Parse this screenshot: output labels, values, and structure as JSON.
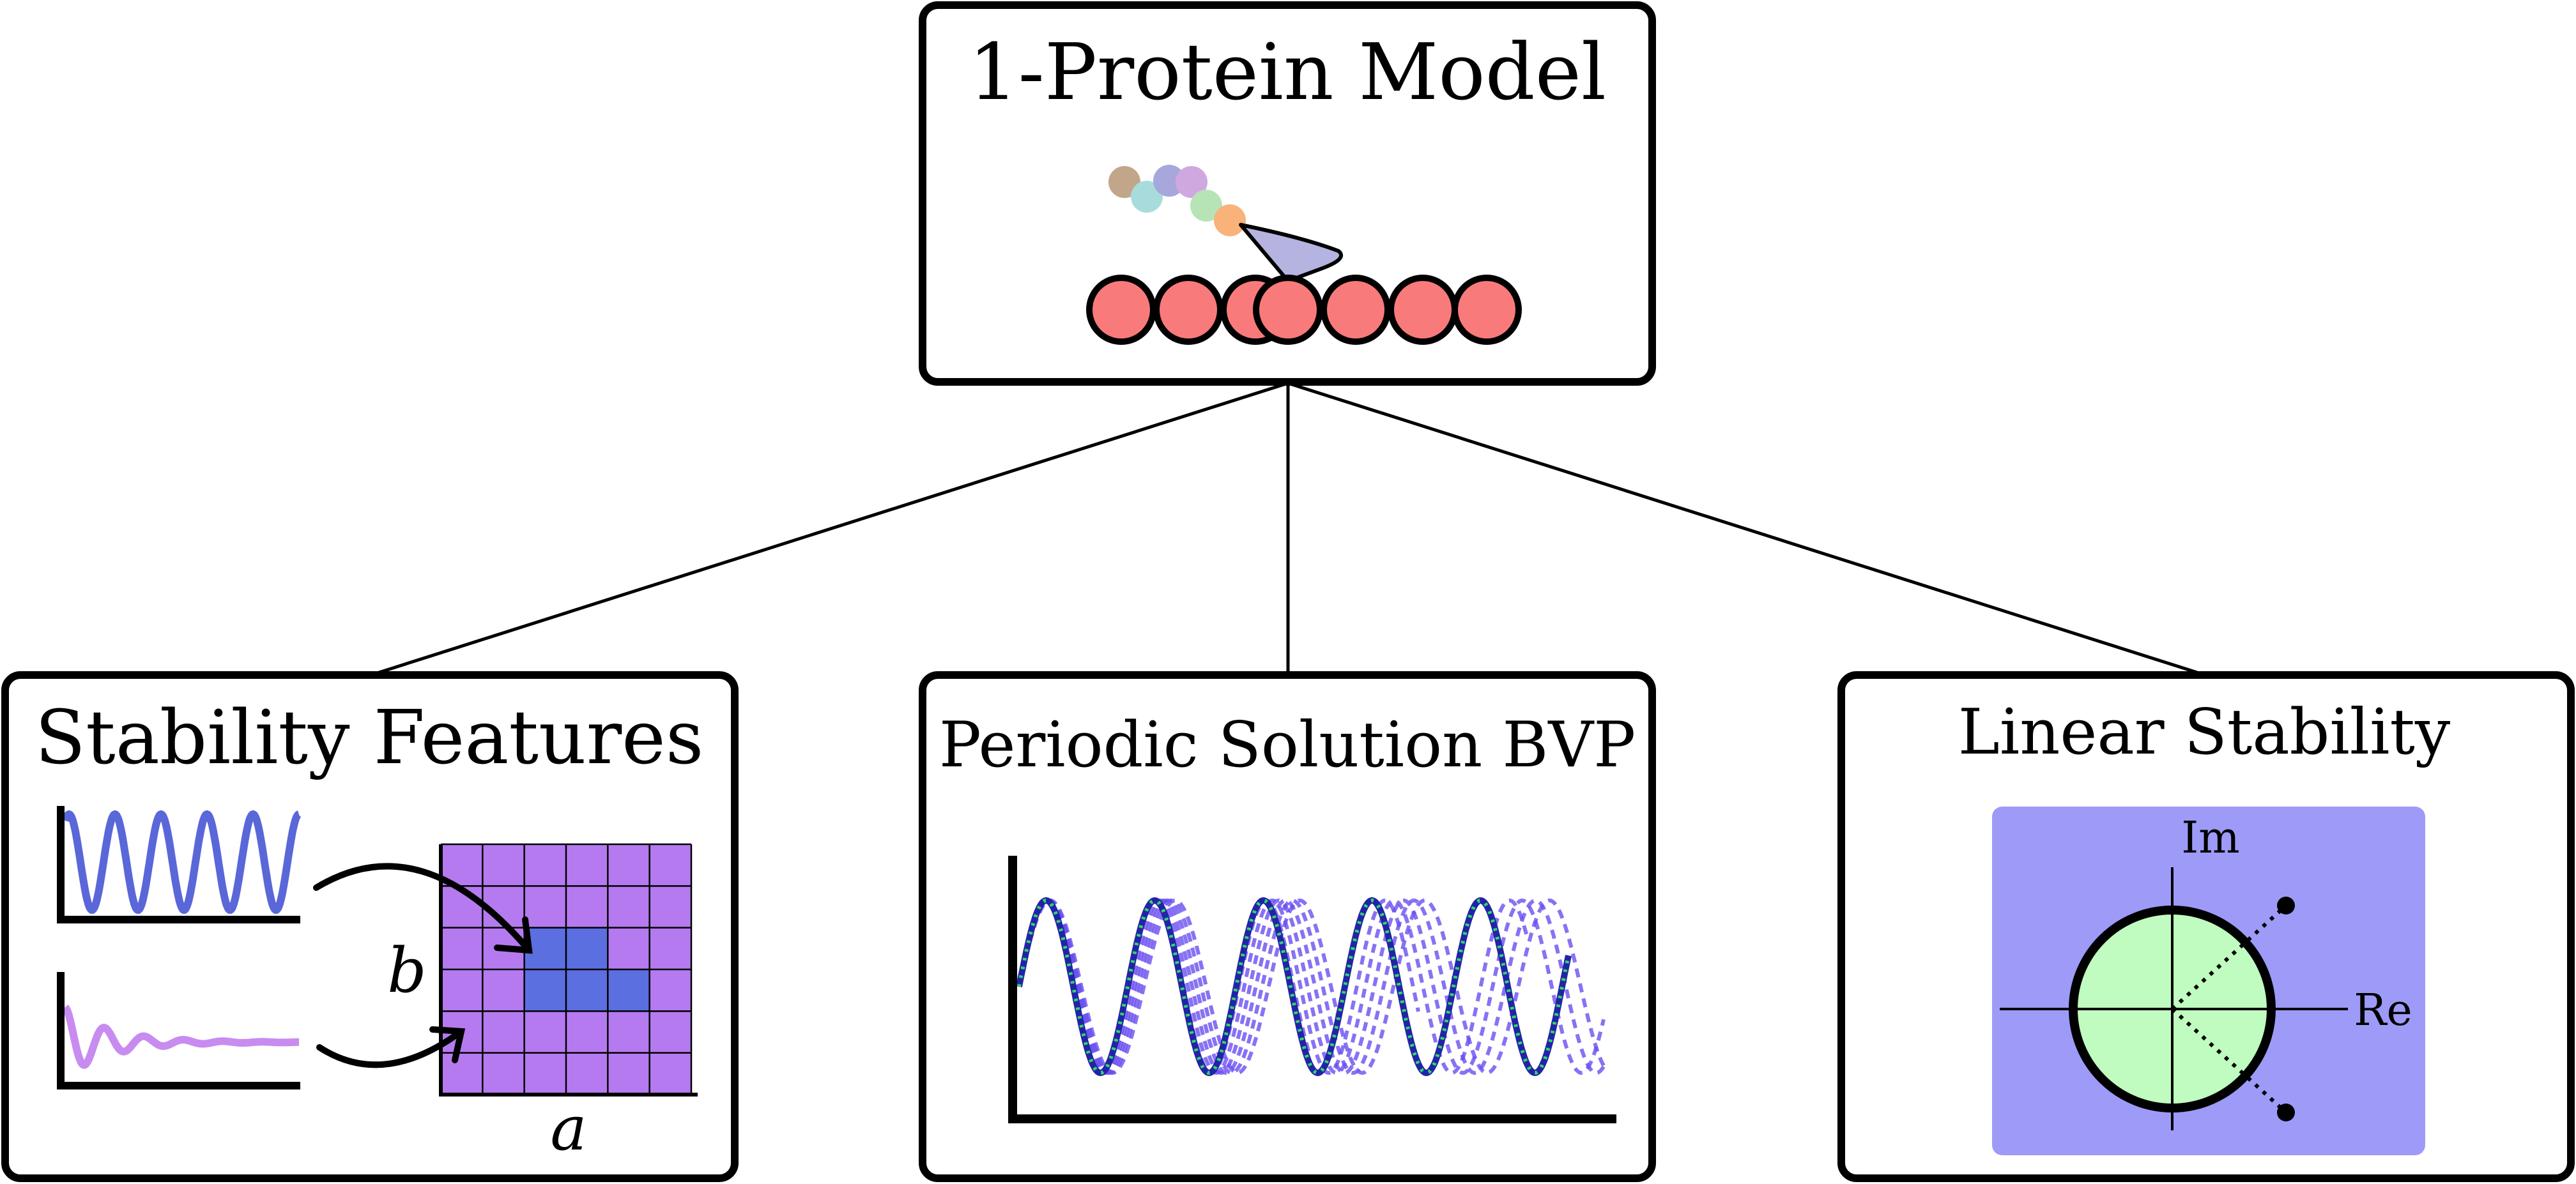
{
  "top_box": {
    "title": "1-Protein Model"
  },
  "left_box": {
    "title": "Stability Features",
    "axis_a": "a",
    "axis_b": "b"
  },
  "middle_box": {
    "title": "Periodic Solution BVP"
  },
  "right_box": {
    "title": "Linear Stability",
    "im_label": "Im",
    "re_label": "Re"
  },
  "colors": {
    "membrane_bead": "#f97a7a",
    "funnel": "#b5b3e0",
    "grid_fill": "#b57af0",
    "grid_highlight": "#5b6fe0",
    "signal_oscillating": "#5a67d8",
    "signal_damped": "#c88cf0",
    "complex_plane_bg": "#9e9af8",
    "stable_disk": "#c0fcc0",
    "bvp_solid": "#2323a8",
    "bvp_dotted_green": "#2dd86a",
    "bvp_dashed": "#6a4ff0"
  },
  "icons": [
    "protein-bead-chain",
    "funnel-enzyme",
    "membrane-bead",
    "curved-arrow",
    "eigenvalue-point"
  ]
}
